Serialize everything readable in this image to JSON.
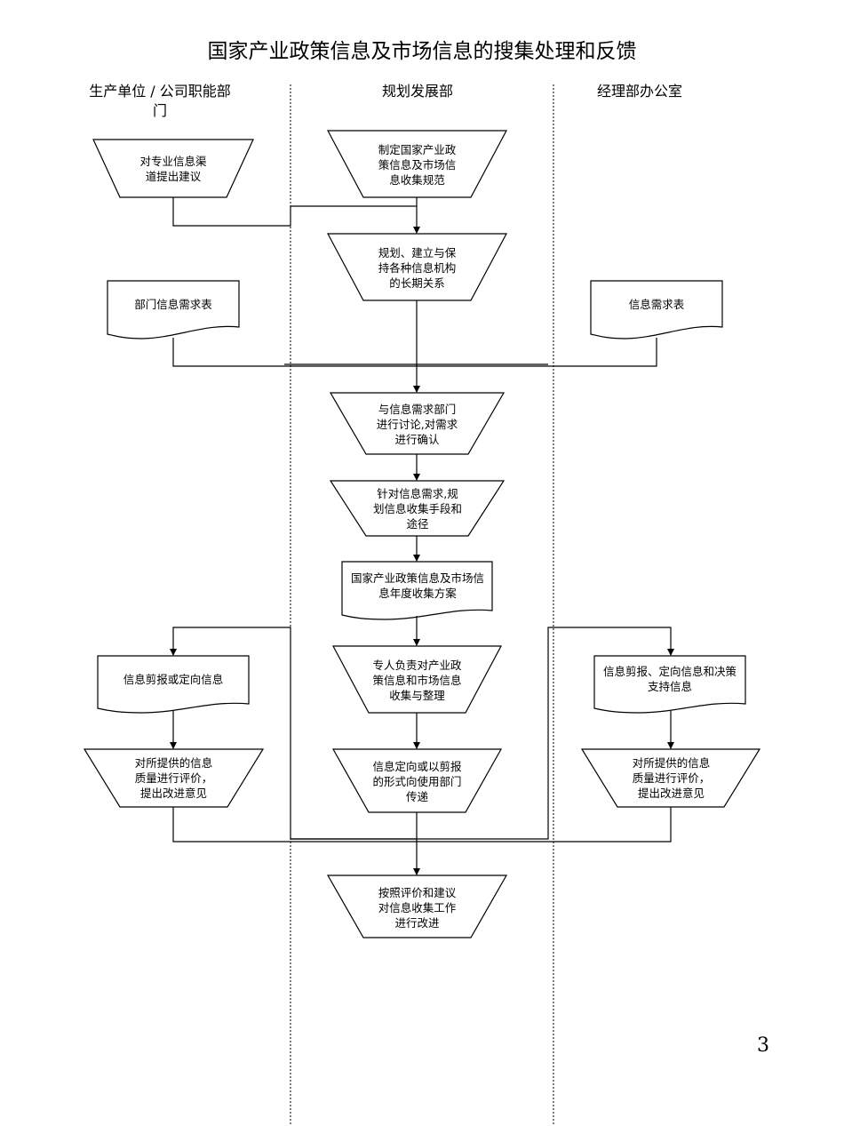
{
  "title": "国家产业政策信息及市场信息的搜集处理和反馈",
  "lanes": [
    {
      "label": "生产单位 / 公司职能部门"
    },
    {
      "label": "规划发展部"
    },
    {
      "label": "经理部办公室"
    }
  ],
  "nodes": {
    "suggest_channels": "对专业信息渠道提出建议",
    "make_standards": "制定国家产业政策信息及市场信息收集规范",
    "maintain_relations": "规划、建立与保持各种信息机构的长期关系",
    "dept_demand_form": "部门信息需求表",
    "info_demand_form": "信息需求表",
    "discuss_confirm": "与信息需求部门进行讨论,对需求进行确认",
    "plan_means": "针对信息需求,规划信息收集手段和途径",
    "annual_plan": "国家产业政策信息及市场信息年度收集方案",
    "collect_organize": "专人负责对产业政策信息和市场信息收集与整理",
    "left_clipping": "信息剪报或定向信息",
    "deliver_info": "信息定向或以剪报的形式向使用部门传递",
    "right_clipping": "信息剪报、定向信息和决策支持信息",
    "left_evaluate": "对所提供的信息质量进行评价，提出改进意见",
    "right_evaluate": "对所提供的信息质量进行评价，提出改进意见",
    "improve": "按照评价和建议对信息收集工作进行改进"
  },
  "page_number": "3"
}
